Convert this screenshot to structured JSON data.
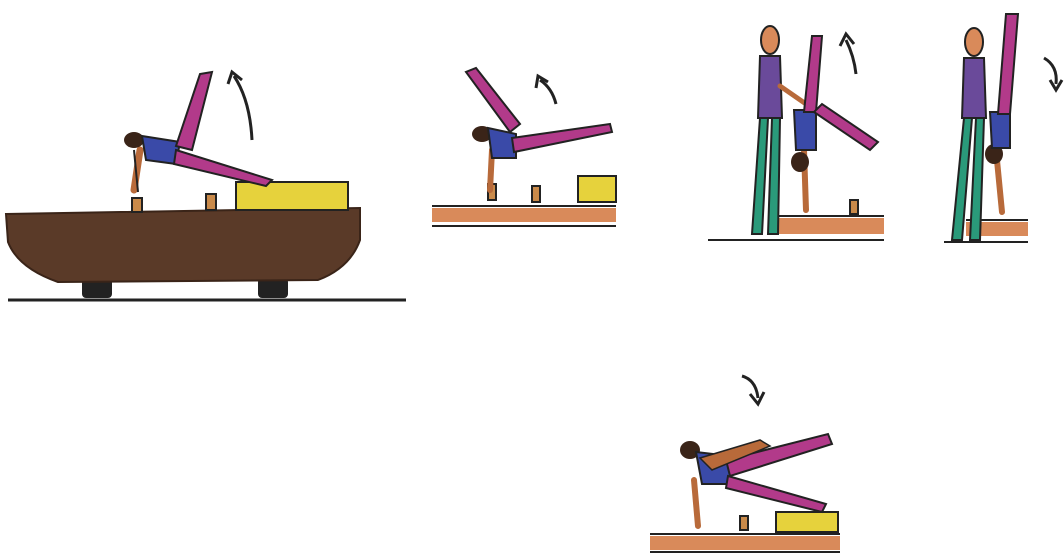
{
  "illustration": {
    "kind": "hand-drawn pommel horse gymnastics sequence",
    "frames": [
      "frame-1",
      "frame-2",
      "frame-3",
      "frame-4",
      "frame-5"
    ]
  },
  "colors": {
    "horse_body": "#5a3a28",
    "horse_dark": "#3a2418",
    "mat_yellow": "#e6d23c",
    "mat_orange": "#d98a5a",
    "leotard_blue": "#3a4aa8",
    "legs_magenta": "#b23a8a",
    "skin": "#b86a3a",
    "spotter_purple": "#6a4a9a",
    "spotter_green": "#2a9a7a",
    "ink": "#222222"
  }
}
